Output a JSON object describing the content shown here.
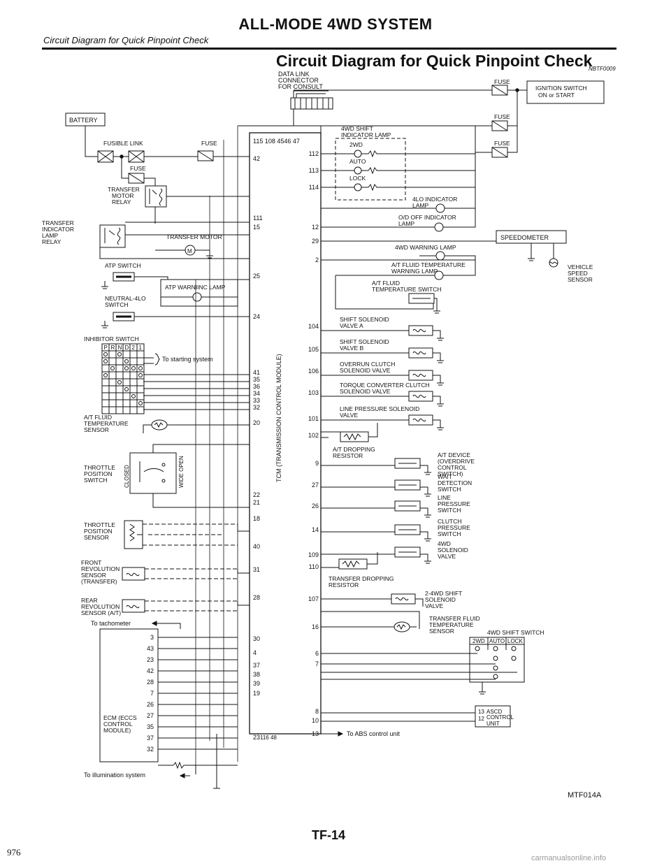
{
  "header": {
    "title": "ALL-MODE 4WD SYSTEM",
    "subtitle": "Circuit Diagram for Quick Pinpoint Check",
    "section_title": "Circuit Diagram for Quick Pinpoint Check",
    "code": "NBTF0009"
  },
  "diagram": {
    "data_link": [
      "DATA LINK",
      "CONNECTOR",
      "FOR CONSULT"
    ],
    "battery": "BATTERY",
    "fusible_link": "FUSIBLE LINK",
    "fuse": "FUSE",
    "ignition": [
      "IGNITION SWITCH",
      "ON or START"
    ],
    "transfer_motor_relay": [
      "TRANSFER",
      "MOTOR",
      "RELAY"
    ],
    "transfer_indicator_relay": [
      "TRANSFER",
      "INDICATOR",
      "LAMP",
      "RELAY"
    ],
    "transfer_motor": "TRANSFER MOTOR",
    "atp_switch": "ATP SWITCH",
    "atp_warning_lamp": "ATP WARNIINC LAMP",
    "neutral_4lo": [
      "NEUTRAL-4LO",
      "SWITCH"
    ],
    "inhibitor_switch": "INHIBITOR SWITCH",
    "inhibitor_positions": [
      "P",
      "R",
      "N",
      "D",
      "2",
      "1"
    ],
    "to_starting": "To starting system",
    "at_fluid_temp_sensor": [
      "A/T FLUID",
      "TEMPERATURE",
      "SENSOR"
    ],
    "throttle_position_switch": [
      "THROTTLE",
      "POSITION",
      "SWITCH"
    ],
    "closed": "CLOSED",
    "wide_open": "WIDE OPEN",
    "throttle_position_sensor": [
      "THROTTLE",
      "POSITION",
      "SENSOR"
    ],
    "front_revolution_sensor": [
      "FRONT",
      "REVOLUTION",
      "SENSOR",
      "(TRANSFER)"
    ],
    "rear_revolution_sensor": [
      "REAR",
      "REVOLUTION",
      "SENSOR (A/T)"
    ],
    "to_tachometer": "To tachometer",
    "ecm": [
      "ECM (ECCS",
      "CONTROL",
      "MODULE)"
    ],
    "ecm_pins": [
      "3",
      "43",
      "23",
      "42",
      "28",
      "7",
      "26",
      "27",
      "35",
      "37",
      "32"
    ],
    "to_illumination": "To illumination system",
    "tcm_label": "TCM (TRANSMISSION CONTROL MODULE)",
    "tcm_top_pins": "115  108 4546  47",
    "tcm_bottom_pins": "116  48",
    "tcm_left_pins": [
      "42",
      "111",
      "15",
      "25",
      "24",
      "41",
      "35",
      "36",
      "34",
      "33",
      "32",
      "20",
      "22",
      "21",
      "18",
      "40",
      "31",
      "28",
      "30",
      "4",
      "37",
      "38",
      "39",
      "19",
      "23"
    ],
    "tcm_right_pins": [
      "112",
      "113",
      "114",
      "12",
      "29",
      "2",
      "104",
      "105",
      "106",
      "103",
      "101",
      "102",
      "9",
      "27",
      "26",
      "14",
      "109",
      "110",
      "107",
      "16",
      "6",
      "7",
      "8",
      "10",
      "13"
    ],
    "shift_indicator": [
      "4WD SHIFT",
      "INDICATOR LAMP"
    ],
    "modes": [
      "2WD",
      "AUTO",
      "LOCK"
    ],
    "lo_indicator": [
      "4LO INDICATOR",
      "LAMP"
    ],
    "od_off": [
      "O/D OFF INDICATOR",
      "LAMP"
    ],
    "speedometer": "SPEEDOMETER",
    "warning_lamp": "4WD WARNING LAMP",
    "at_fluid_warning": [
      "A/T FLUID TEMPERATURE",
      "WARNING LAMP"
    ],
    "at_fluid_switch": [
      "A/T FLUID",
      "TEMPERATURE SWITCH"
    ],
    "vehicle_speed_sensor": [
      "VEHICLE",
      "SPEED",
      "SENSOR"
    ],
    "solenoids": [
      [
        "SHIFT SOLENOID",
        "VALVE A"
      ],
      [
        "SHIFT SOLENOID",
        "VALVE B"
      ],
      [
        "OVERRUN CLUTCH",
        "SOLENOID VALVE"
      ],
      [
        "TORQUE CONVERTER CLUTCH",
        "SOLENOID VALVE"
      ],
      [
        "LINE PRESSURE SOLENOID",
        "VALVE"
      ]
    ],
    "dropping_resistor": [
      "A/T DROPPING",
      "RESISTOR"
    ],
    "device_switches": [
      [
        "A/T DEVICE",
        "(OVERDRIVE",
        "CONTROL",
        "SWITCH)"
      ],
      [
        "WAIT",
        "DETECTION",
        "SWITCH"
      ],
      [
        "LINE",
        "PRESSURE",
        "SWITCH"
      ],
      [
        "CLUTCH",
        "PRESSURE",
        "SWITCH"
      ],
      [
        "4WD",
        "SOLENOID",
        "VALVE"
      ]
    ],
    "transfer_dropping": [
      "TRANSFER DROPPING",
      "RESISTOR"
    ],
    "shift_solenoid_2_4": [
      "2-4WD SHIFT",
      "SOLENOID",
      "VALVE"
    ],
    "transfer_fluid_sensor": [
      "TRANSFER FLUID",
      "TEMPERATURE",
      "SENSOR"
    ],
    "shift_switch": "4WD SHIFT SWITCH",
    "shift_switch_modes": [
      "2WD",
      "AUTO",
      "LOCK"
    ],
    "ascd": [
      "13",
      "ASCD",
      "12",
      "CONTROL",
      "UNIT"
    ],
    "to_abs": "To ABS control unit"
  },
  "footer": {
    "figure_code": "MTF014A",
    "page_label": "TF-14",
    "page_number": "976",
    "watermark": "carmanualsonline.info"
  }
}
